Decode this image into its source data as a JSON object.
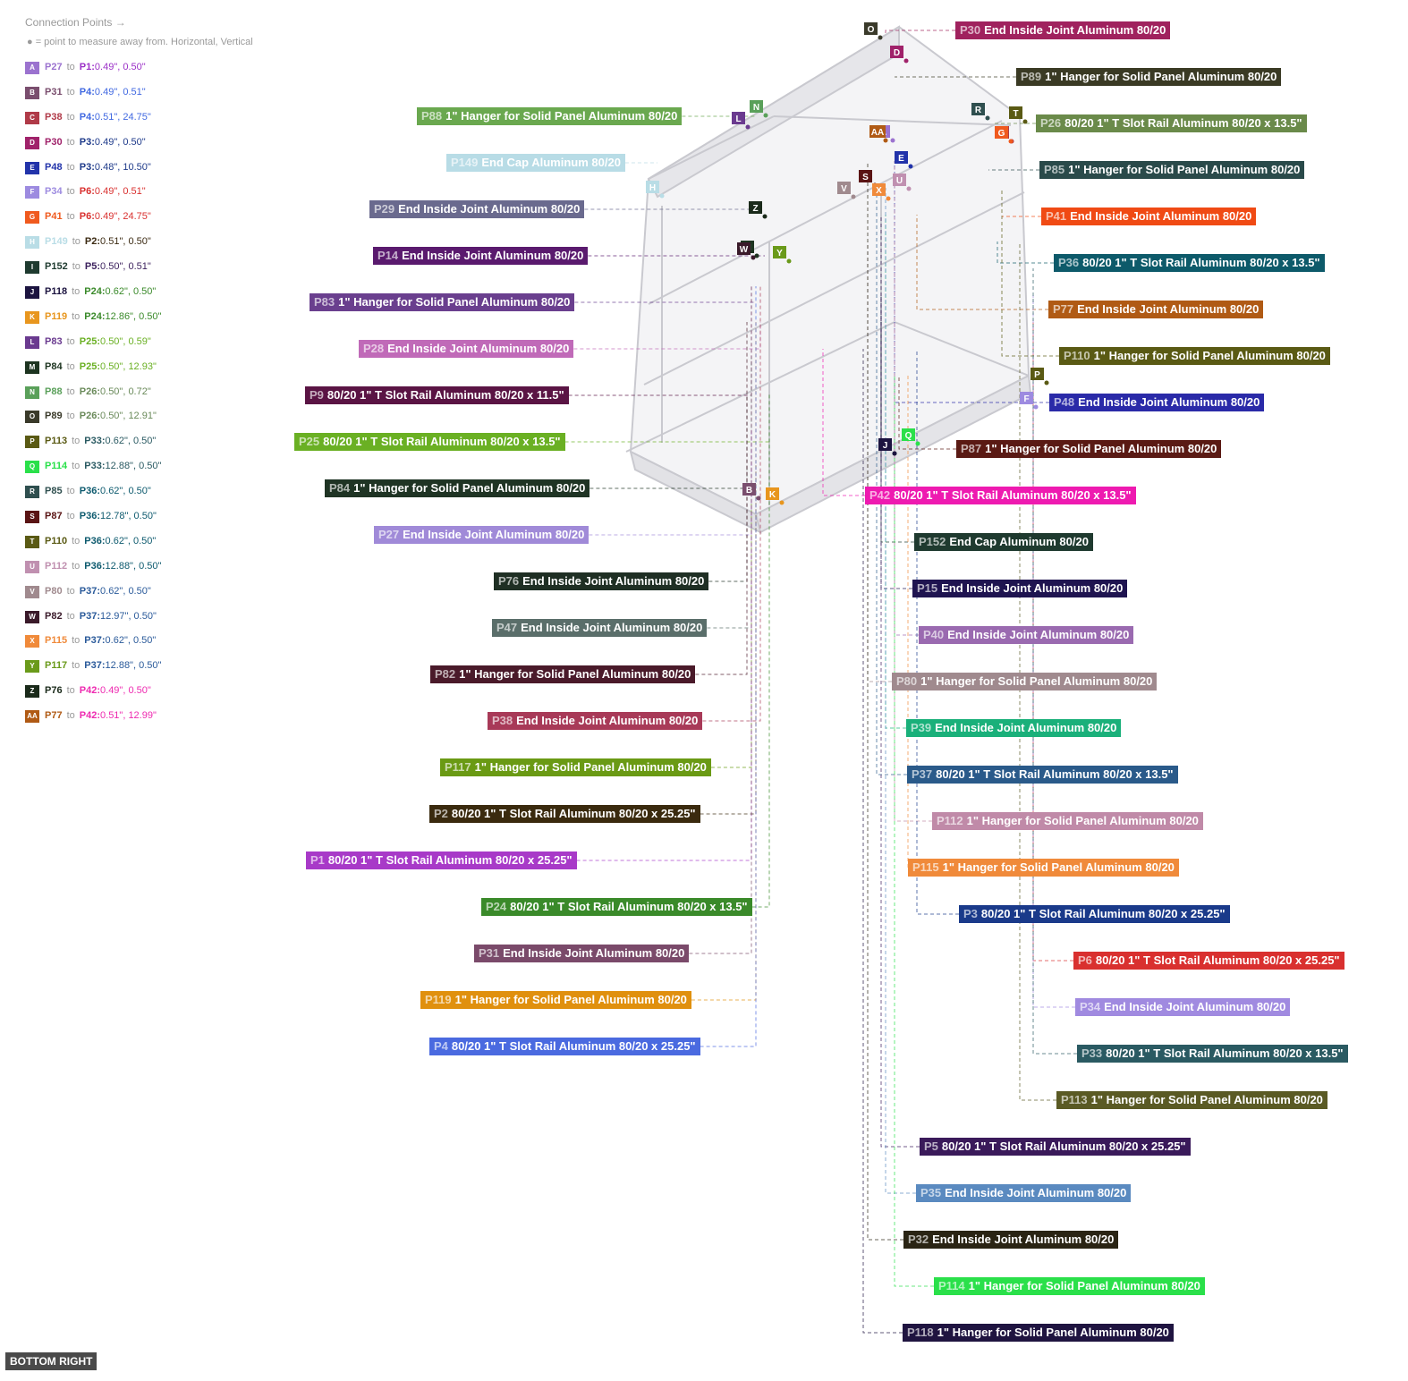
{
  "legend": {
    "title": "Connection Points →",
    "note": "● = point to measure away from. Horizontal, Vertical",
    "to_word": "to"
  },
  "connections": [
    {
      "key": "A",
      "color": "#9b72cf",
      "from": "P27",
      "to": "P1",
      "to_color": "#9b2fc7",
      "dims": "0.49\", 0.50\""
    },
    {
      "key": "B",
      "color": "#7a4e6e",
      "from": "P31",
      "to": "P4",
      "to_color": "#4169e1",
      "dims": "0.49\", 0.51\""
    },
    {
      "key": "C",
      "color": "#b03a48",
      "from": "P38",
      "to": "P4",
      "to_color": "#4169e1",
      "dims": "0.51\", 24.75\""
    },
    {
      "key": "D",
      "color": "#a0226a",
      "from": "P30",
      "to": "P3",
      "to_color": "#1e3a8a",
      "dims": "0.49\", 0.50\""
    },
    {
      "key": "E",
      "color": "#2233aa",
      "from": "P48",
      "to": "P3",
      "to_color": "#1e3a8a",
      "dims": "0.48\", 10.50\""
    },
    {
      "key": "F",
      "color": "#9d8be0",
      "from": "P34",
      "to": "P6",
      "to_color": "#d9302f",
      "dims": "0.49\", 0.51\""
    },
    {
      "key": "G",
      "color": "#f05a1e",
      "from": "P41",
      "to": "P6",
      "to_color": "#d9302f",
      "dims": "0.49\", 24.75\""
    },
    {
      "key": "H",
      "color": "#b9dde6",
      "from": "P149",
      "to": "P2",
      "to_color": "#3b2a12",
      "dims": "0.51\", 0.50\""
    },
    {
      "key": "I",
      "color": "#1e3a2f",
      "from": "P152",
      "to": "P5",
      "to_color": "#3a1f5c",
      "dims": "0.50\", 0.51\""
    },
    {
      "key": "J",
      "color": "#1c1440",
      "from": "P118",
      "to": "P24",
      "to_color": "#3a8a2a",
      "dims": "0.62\", 0.50\""
    },
    {
      "key": "K",
      "color": "#e8961e",
      "from": "P119",
      "to": "P24",
      "to_color": "#3a8a2a",
      "dims": "12.86\", 0.50\""
    },
    {
      "key": "L",
      "color": "#6a3a8f",
      "from": "P83",
      "to": "P25",
      "to_color": "#6ab023",
      "dims": "0.50\", 0.59\""
    },
    {
      "key": "M",
      "color": "#1d3420",
      "from": "P84",
      "to": "P25",
      "to_color": "#6ab023",
      "dims": "0.50\", 12.93\""
    },
    {
      "key": "N",
      "color": "#5aa05a",
      "from": "P88",
      "to": "P26",
      "to_color": "#6a8a5a",
      "dims": "0.50\", 0.72\""
    },
    {
      "key": "O",
      "color": "#3a3a2a",
      "from": "P89",
      "to": "P26",
      "to_color": "#6a8a5a",
      "dims": "0.50\", 12.91\""
    },
    {
      "key": "P",
      "color": "#5a5a14",
      "from": "P113",
      "to": "P33",
      "to_color": "#2a5a62",
      "dims": "0.62\", 0.50\""
    },
    {
      "key": "Q",
      "color": "#2ae04a",
      "from": "P114",
      "to": "P33",
      "to_color": "#2a5a62",
      "dims": "12.88\", 0.50\""
    },
    {
      "key": "R",
      "color": "#2f4f4f",
      "from": "P85",
      "to": "P36",
      "to_color": "#0d5a6e",
      "dims": "0.62\", 0.50\""
    },
    {
      "key": "S",
      "color": "#5a1414",
      "from": "P87",
      "to": "P36",
      "to_color": "#0d5a6e",
      "dims": "12.78\", 0.50\""
    },
    {
      "key": "T",
      "color": "#5a5a14",
      "from": "P110",
      "to": "P36",
      "to_color": "#0d5a6e",
      "dims": "0.62\", 0.50\""
    },
    {
      "key": "U",
      "color": "#c090b0",
      "from": "P112",
      "to": "P36",
      "to_color": "#0d5a6e",
      "dims": "12.88\", 0.50\""
    },
    {
      "key": "V",
      "color": "#a08a8e",
      "from": "P80",
      "to": "P37",
      "to_color": "#2a5a9a",
      "dims": "0.62\", 0.50\""
    },
    {
      "key": "W",
      "color": "#3a1a2a",
      "from": "P82",
      "to": "P37",
      "to_color": "#2a5a9a",
      "dims": "12.97\", 0.50\""
    },
    {
      "key": "X",
      "color": "#f08a3a",
      "from": "P115",
      "to": "P37",
      "to_color": "#2a5a9a",
      "dims": "0.62\", 0.50\""
    },
    {
      "key": "Y",
      "color": "#6a9a1a",
      "from": "P117",
      "to": "P37",
      "to_color": "#2a5a9a",
      "dims": "12.88\", 0.50\""
    },
    {
      "key": "Z",
      "color": "#1a2a1a",
      "from": "P76",
      "to": "P42",
      "to_color": "#ee2ab0",
      "dims": "0.49\", 0.50\""
    },
    {
      "key": "AA",
      "color": "#b05a14",
      "from": "P77",
      "to": "P42",
      "to_color": "#ee2ab0",
      "dims": "0.51\", 12.99\""
    }
  ],
  "parts_left": [
    {
      "id": "P88",
      "name": "1\" Hanger for Solid Panel Aluminum 80/20",
      "color": "#6aa84f"
    },
    {
      "id": "P149",
      "name": "End Cap Aluminum 80/20",
      "color": "#b8dce6"
    },
    {
      "id": "P29",
      "name": "End Inside Joint  Aluminum 80/20",
      "color": "#6a6a8e"
    },
    {
      "id": "P14",
      "name": "End Inside Joint  Aluminum 80/20",
      "color": "#5a1a6e"
    },
    {
      "id": "P83",
      "name": "1\" Hanger for Solid Panel Aluminum 80/20",
      "color": "#6a3f8e"
    },
    {
      "id": "P28",
      "name": "End Inside Joint  Aluminum 80/20",
      "color": "#c06ab8"
    },
    {
      "id": "P9",
      "name": "80/20 1\" T Slot Rail Aluminum 80/20 x 11.5\"",
      "color": "#5a1444"
    },
    {
      "id": "P25",
      "name": "80/20 1\" T Slot Rail Aluminum 80/20 x 13.5\"",
      "color": "#6ab023"
    },
    {
      "id": "P84",
      "name": "1\" Hanger for Solid Panel Aluminum 80/20",
      "color": "#1f3424"
    },
    {
      "id": "P27",
      "name": "End Inside Joint  Aluminum 80/20",
      "color": "#a08ad8"
    },
    {
      "id": "P76",
      "name": "End Inside Joint  Aluminum 80/20",
      "color": "#1f2f24"
    },
    {
      "id": "P47",
      "name": "End Inside Joint  Aluminum 80/20",
      "color": "#5a6e6a"
    },
    {
      "id": "P82",
      "name": "1\" Hanger for Solid Panel Aluminum 80/20",
      "color": "#4a1a2a"
    },
    {
      "id": "P38",
      "name": "End Inside Joint  Aluminum 80/20",
      "color": "#a83a58"
    },
    {
      "id": "P117",
      "name": "1\" Hanger for Solid Panel Aluminum 80/20",
      "color": "#6a9a14"
    },
    {
      "id": "P2",
      "name": "80/20 1\" T Slot Rail Aluminum 80/20 x 25.25\"",
      "color": "#3a2a0e"
    },
    {
      "id": "P1",
      "name": "80/20 1\" T Slot Rail Aluminum 80/20 x 25.25\"",
      "color": "#a83ac8"
    },
    {
      "id": "P24",
      "name": "80/20 1\" T Slot Rail Aluminum 80/20 x 13.5\"",
      "color": "#3a8a2a"
    },
    {
      "id": "P31",
      "name": "End Inside Joint  Aluminum 80/20",
      "color": "#7a4a6a"
    },
    {
      "id": "P119",
      "name": "1\" Hanger for Solid Panel Aluminum 80/20",
      "color": "#e0900e"
    },
    {
      "id": "P4",
      "name": "80/20 1\" T Slot Rail Aluminum 80/20 x 25.25\"",
      "color": "#4a6ae0"
    }
  ],
  "parts_right": [
    {
      "id": "P30",
      "name": "End Inside Joint  Aluminum 80/20",
      "color": "#a0225e"
    },
    {
      "id": "P89",
      "name": "1\" Hanger for Solid Panel Aluminum 80/20",
      "color": "#3a3a24"
    },
    {
      "id": "P26",
      "name": "80/20 1\" T Slot Rail Aluminum 80/20 x 13.5\"",
      "color": "#6a8a4a"
    },
    {
      "id": "P85",
      "name": "1\" Hanger for Solid Panel Aluminum 80/20",
      "color": "#2a4a4a"
    },
    {
      "id": "P41",
      "name": "End Inside Joint  Aluminum 80/20",
      "color": "#f04a14"
    },
    {
      "id": "P36",
      "name": "80/20 1\" T Slot Rail Aluminum 80/20 x 13.5\"",
      "color": "#0d5a6a"
    },
    {
      "id": "P77",
      "name": "End Inside Joint  Aluminum 80/20",
      "color": "#b05a14"
    },
    {
      "id": "P110",
      "name": "1\" Hanger for Solid Panel Aluminum 80/20",
      "color": "#5a5a14"
    },
    {
      "id": "P48",
      "name": "End Inside Joint  Aluminum 80/20",
      "color": "#2a2aa8"
    },
    {
      "id": "P87",
      "name": "1\" Hanger for Solid Panel Aluminum 80/20",
      "color": "#5a1a14"
    },
    {
      "id": "P42",
      "name": "80/20 1\" T Slot Rail Aluminum 80/20 x 13.5\"",
      "color": "#ee1ab0"
    },
    {
      "id": "P152",
      "name": "End Cap Aluminum 80/20",
      "color": "#1f3a2f"
    },
    {
      "id": "P15",
      "name": "End Inside Joint  Aluminum 80/20",
      "color": "#1f1450"
    },
    {
      "id": "P40",
      "name": "End Inside Joint  Aluminum 80/20",
      "color": "#9a6ab0"
    },
    {
      "id": "P80",
      "name": "1\" Hanger for Solid Panel Aluminum 80/20",
      "color": "#a08a8e"
    },
    {
      "id": "P39",
      "name": "End Inside Joint  Aluminum 80/20",
      "color": "#1ab07a"
    },
    {
      "id": "P37",
      "name": "80/20 1\" T Slot Rail Aluminum 80/20 x 13.5\"",
      "color": "#2a5a8a"
    },
    {
      "id": "P112",
      "name": "1\" Hanger for Solid Panel Aluminum 80/20",
      "color": "#c08aa8"
    },
    {
      "id": "P115",
      "name": "1\" Hanger for Solid Panel Aluminum 80/20",
      "color": "#f08a3a"
    },
    {
      "id": "P3",
      "name": "80/20 1\" T Slot Rail Aluminum 80/20 x 25.25\"",
      "color": "#1a3a8a"
    },
    {
      "id": "P6",
      "name": "80/20 1\" T Slot Rail Aluminum 80/20 x 25.25\"",
      "color": "#d9302f"
    },
    {
      "id": "P34",
      "name": "End Inside Joint  Aluminum 80/20",
      "color": "#a08ae0"
    },
    {
      "id": "P33",
      "name": "80/20 1\" T Slot Rail Aluminum 80/20 x 13.5\"",
      "color": "#2a5a62"
    },
    {
      "id": "P113",
      "name": "1\" Hanger for Solid Panel Aluminum 80/20",
      "color": "#5a5a24"
    },
    {
      "id": "P5",
      "name": "80/20 1\" T Slot Rail Aluminum 80/20 x 25.25\"",
      "color": "#3a1a5a"
    },
    {
      "id": "P35",
      "name": "End Inside Joint  Aluminum 80/20",
      "color": "#5a8ac0"
    },
    {
      "id": "P32",
      "name": "End Inside Joint  Aluminum 80/20",
      "color": "#2a2414"
    },
    {
      "id": "P114",
      "name": "1\" Hanger for Solid Panel Aluminum 80/20",
      "color": "#2ae04a"
    },
    {
      "id": "P118",
      "name": "1\" Hanger for Solid Panel Aluminum 80/20",
      "color": "#1f1440"
    }
  ],
  "view_tag": "BOTTOM RIGHT"
}
